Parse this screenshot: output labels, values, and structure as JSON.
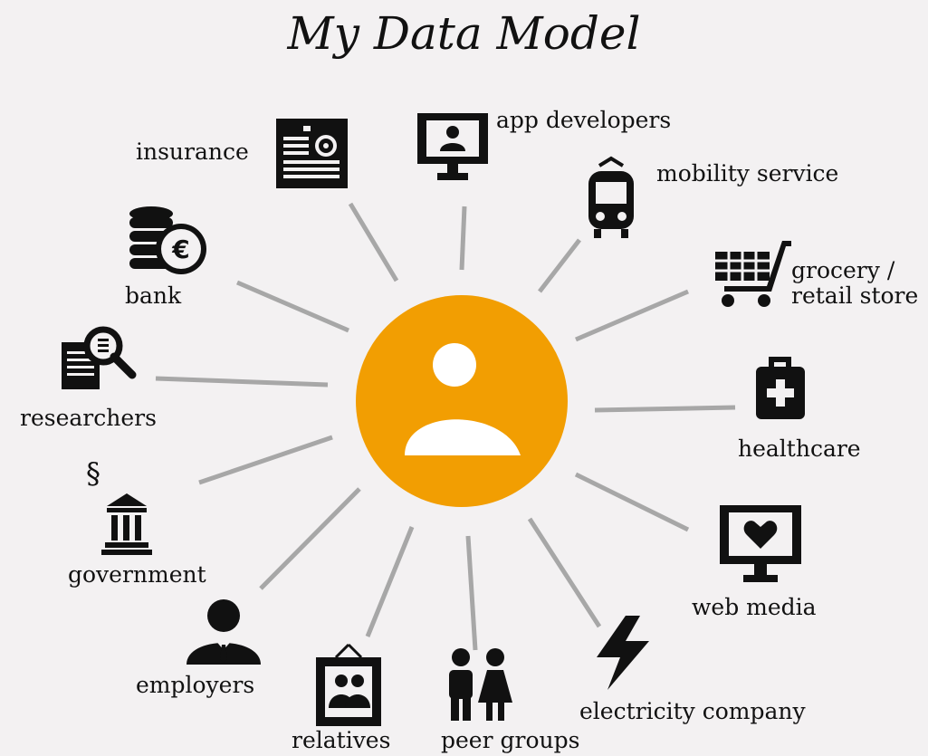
{
  "title": "My Data Model",
  "center": {
    "icon": "person-icon",
    "color": "#f29e02"
  },
  "spoke_color": "#a7a7a7",
  "icon_color": "#111111",
  "nodes": [
    {
      "id": "insurance",
      "label": "insurance",
      "icon": "insurance-document-icon"
    },
    {
      "id": "app-developers",
      "label": "app developers",
      "icon": "monitor-user-icon"
    },
    {
      "id": "mobility-service",
      "label": "mobility service",
      "icon": "tram-icon"
    },
    {
      "id": "grocery",
      "label": "grocery /",
      "label2": "retail store",
      "icon": "shopping-cart-icon"
    },
    {
      "id": "healthcare",
      "label": "healthcare",
      "icon": "medical-kit-icon"
    },
    {
      "id": "web-media",
      "label": "web media",
      "icon": "monitor-heart-icon"
    },
    {
      "id": "electricity",
      "label": "electricity company",
      "icon": "lightning-icon"
    },
    {
      "id": "peer-groups",
      "label": "peer groups",
      "icon": "couple-icon"
    },
    {
      "id": "relatives",
      "label": "relatives",
      "icon": "family-portrait-icon"
    },
    {
      "id": "employers",
      "label": "employers",
      "icon": "business-person-icon"
    },
    {
      "id": "government",
      "label": "government",
      "icon": "building-law-icon"
    },
    {
      "id": "researchers",
      "label": "researchers",
      "icon": "document-magnifier-icon"
    },
    {
      "id": "bank",
      "label": "bank",
      "icon": "euro-coins-icon"
    }
  ]
}
